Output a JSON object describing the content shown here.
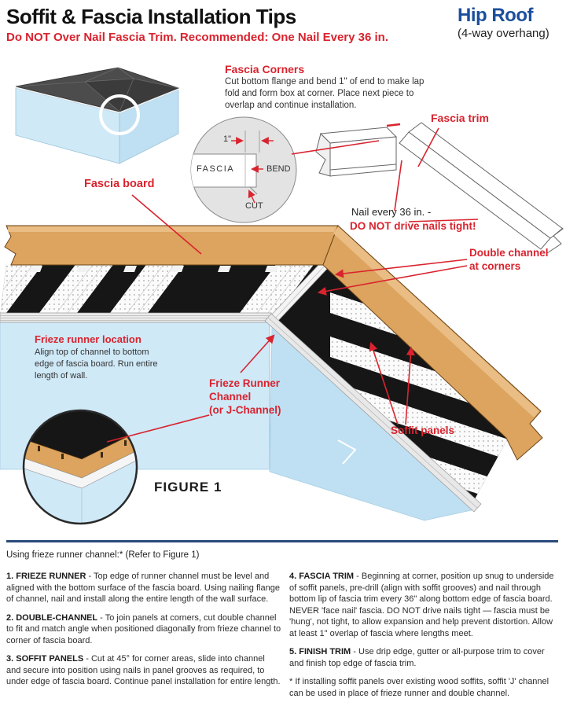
{
  "header": {
    "title": "Soffit & Fascia Installation Tips",
    "subtitle": "Do NOT Over Nail Fascia Trim. Recommended: One Nail Every 36 in.",
    "roof_type": "Hip Roof",
    "roof_note": "(4-way overhang)"
  },
  "colors": {
    "accent_red": "#d9232e",
    "brand_blue": "#1b4f9c",
    "fascia_tan": "#dca45e",
    "wall_blue": "#cfe9f7",
    "soffit_black": "#161616",
    "divider_navy": "#2a4a7b"
  },
  "detail_inset": {
    "one_inch": "1\"",
    "fascia": "FASCIA",
    "bend": "BEND",
    "cut": "CUT"
  },
  "callouts": {
    "fascia_corners": {
      "title": "Fascia Corners",
      "body": "Cut bottom flange and bend 1\" of end to make lap fold and form box at corner. Place next piece to overlap and continue installation."
    },
    "fascia_trim": "Fascia trim",
    "nail_note": {
      "line1": "Nail every 36 in. -",
      "line2": "DO NOT drive nails tight!"
    },
    "fascia_board": "Fascia board",
    "double_channel": {
      "line1": "Double channel",
      "line2": "at corners"
    },
    "frieze_location": {
      "title": "Frieze runner location",
      "body": "Align top of channel to bottom edge of fascia board. Run entire length of wall."
    },
    "frieze_channel": {
      "line1": "Frieze Runner",
      "line2": "Channel",
      "line3": "(or J-Channel)"
    },
    "soffit_panels": "Soffit panels",
    "figure_label": "FIGURE 1"
  },
  "instructions": {
    "intro": "Using frieze runner channel:* (Refer to Figure 1)",
    "items_left": [
      {
        "title": "1. FRIEZE RUNNER",
        "body": " - Top edge of runner channel must be level and aligned with the bottom surface of the fascia board. Using nailing flange of channel, nail and install along the entire length of the wall surface."
      },
      {
        "title": "2. DOUBLE-CHANNEL",
        "body": " - To join panels at corners, cut double channel to fit and match angle when positioned diagonally from frieze channel to corner of fascia board."
      },
      {
        "title": "3. SOFFIT PANELS",
        "body": " - Cut at 45° for corner areas, slide into channel and secure into position using nails in panel grooves as required, to under edge of fascia board. Continue panel installation for entire length."
      }
    ],
    "items_right": [
      {
        "title": "4. FASCIA TRIM",
        "body": " - Beginning at corner, position up snug to underside of soffit panels, pre-drill (align with soffit grooves) and nail through bottom lip of fascia trim every 36\" along bottom edge of fascia board. NEVER 'face nail' fascia. DO NOT drive nails tight — fascia must be 'hung', not tight, to allow expansion and help prevent distortion. Allow at least 1\" overlap of fascia where lengths meet."
      },
      {
        "title": "5. FINISH TRIM",
        "body": " - Use drip edge, gutter or all-purpose trim to cover and finish top edge of fascia trim."
      }
    ],
    "footnote": "* If installing soffit panels over existing wood soffits, soffit 'J' channel can be used in place of frieze runner and double channel."
  }
}
